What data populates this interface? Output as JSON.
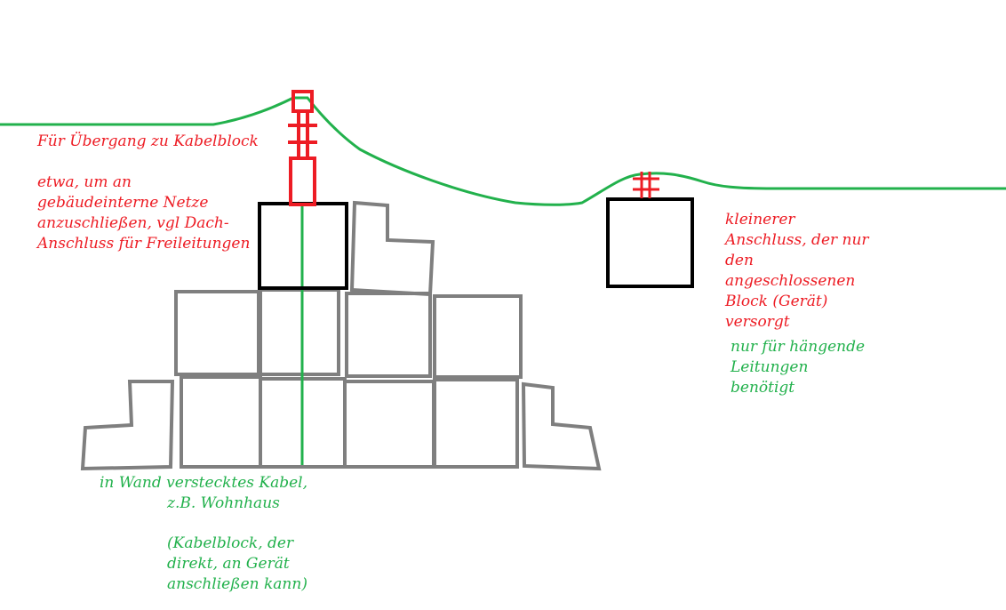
{
  "labels": {
    "transition_title": "Für Übergang zu Kabelblock",
    "transition_desc": "etwa, um an\ngebäudeinterne Netze\nanzuschließen, vgl Dach-\nAnschluss für Freileitungen",
    "small_connector_desc": "kleinerer\nAnschluss, der nur\nden\nangeschlossenen\nBlock (Gerät)\nversorgt",
    "hanging_only": "nur für hängende\nLeitungen\nbenötigt",
    "wall_cable_line1": "in Wand verstecktes Kabel,",
    "wall_cable_line2": "z.B. Wohnhaus",
    "cable_block_note": "(Kabelblock, der\ndirekt, an Gerät\nanschließen kann)"
  },
  "colors": {
    "background": "#ffffff",
    "cable": "#22b14c",
    "connector": "#ed1c24",
    "block_outline": "#000000",
    "stone_outline": "#7f7f7f",
    "note_red": "#ed1c24",
    "note_green": "#22b14c"
  }
}
